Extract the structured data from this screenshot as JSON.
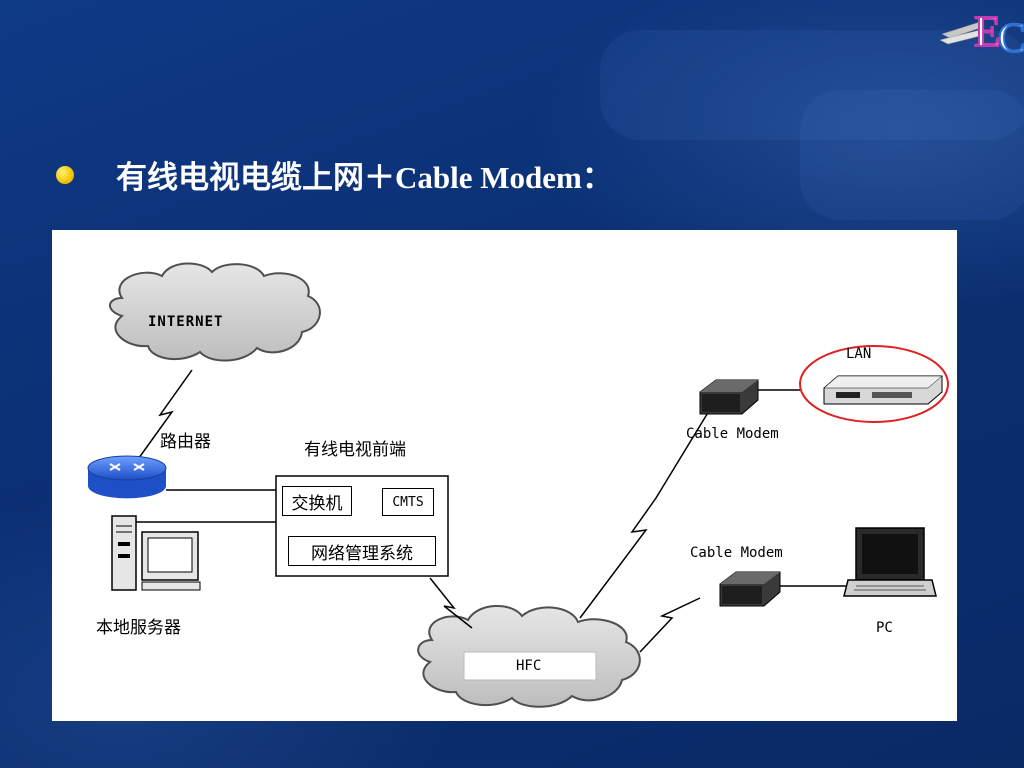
{
  "slide": {
    "title": "有线电视电缆上网＋Cable Modem：",
    "logo_text": "EC",
    "background_color": "#0b2f72",
    "bullet_color": "#f2c400"
  },
  "diagram": {
    "internet_label": "INTERNET",
    "router_label": "路由器",
    "headend_label": "有线电视前端",
    "switch_label": "交换机",
    "cmts_label": "CMTS",
    "nms_label": "网络管理系统",
    "server_label": "本地服务器",
    "hfc_label": "HFC",
    "modem_top_label": "Cable Modem",
    "modem_bottom_label": "Cable Modem",
    "lan_label": "LAN",
    "pc_label": "PC"
  }
}
